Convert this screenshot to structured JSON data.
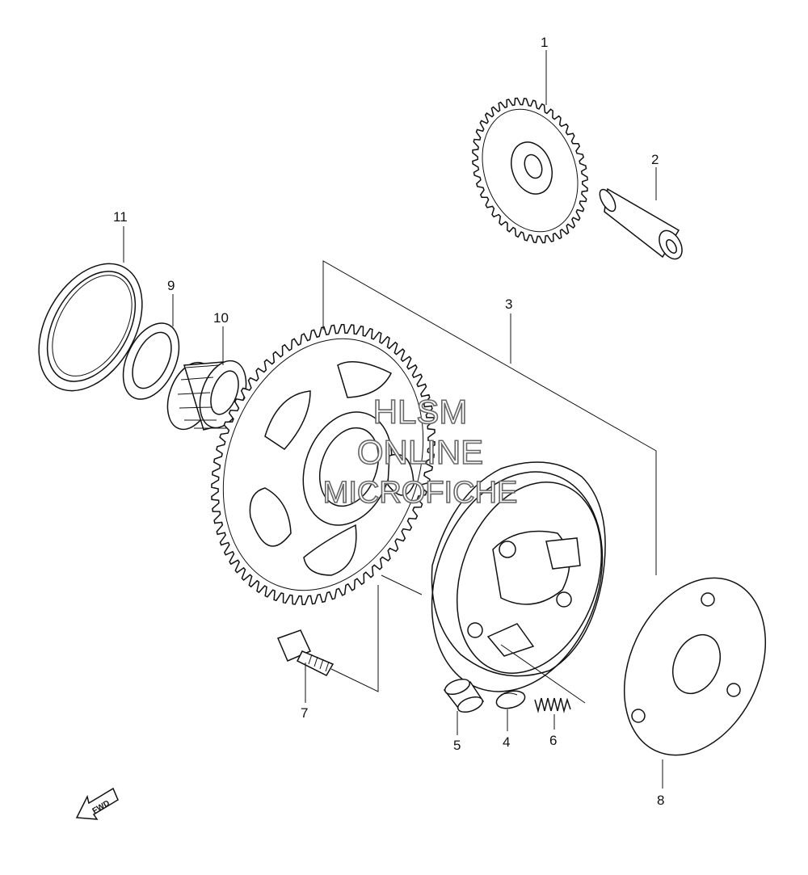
{
  "parts": [
    {
      "number": "1"
    },
    {
      "number": "2"
    },
    {
      "number": "3"
    },
    {
      "number": "4"
    },
    {
      "number": "5"
    },
    {
      "number": "6"
    },
    {
      "number": "7"
    },
    {
      "number": "8"
    },
    {
      "number": "9"
    },
    {
      "number": "10"
    },
    {
      "number": "11"
    }
  ],
  "watermark": {
    "line1": "HLSM",
    "line2": "ONLINE",
    "line3": "MICROFICHE"
  },
  "direction_arrow": {
    "label": "FWD",
    "icon": "fwd-arrow-icon"
  }
}
